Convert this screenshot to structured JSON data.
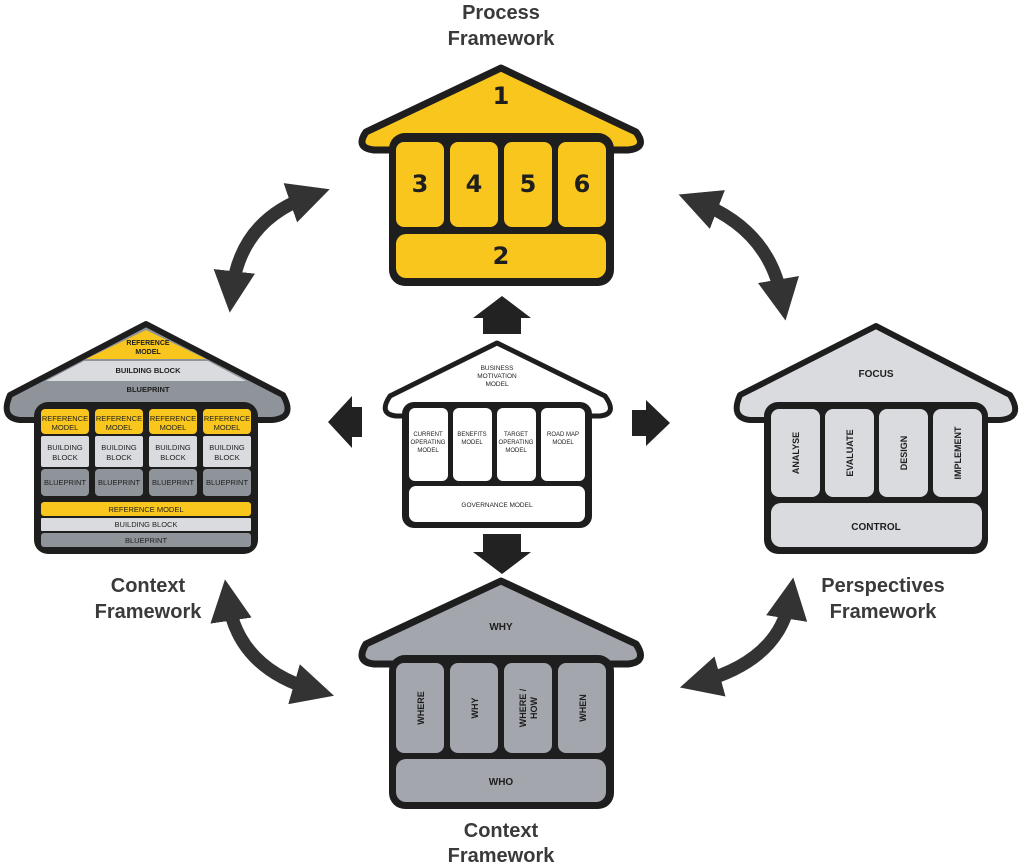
{
  "colors": {
    "outline": "#1e1e1e",
    "yellow": "#f8c61c",
    "light_gray": "#d9dbde",
    "mid_gray": "#a3a7ad",
    "dark_gray": "#8f949a",
    "white": "#ffffff",
    "arrow": "#333333"
  },
  "icons": {
    "cycle_arrows": "curved-double-arrow-icon",
    "center_arrows": "arrow-icon"
  },
  "process_framework": {
    "title_line1": "Process",
    "title_line2": "Framework",
    "roof": "1",
    "pillars": [
      "3",
      "4",
      "5",
      "6"
    ],
    "base": "2"
  },
  "perspectives_framework": {
    "title_line1": "Perspectives",
    "title_line2": "Framework",
    "roof": "FOCUS",
    "pillars": [
      "ANALYSE",
      "EVALUATE",
      "DESIGN",
      "IMPLEMENT"
    ],
    "base": "CONTROL"
  },
  "context_framework_bottom": {
    "title_line1": "Context",
    "title_line2": "Framework",
    "roof": "WHY",
    "pillars": [
      "WHERE",
      "WHY",
      "WHERE / HOW",
      "WHEN"
    ],
    "base": "WHO"
  },
  "context_framework_left": {
    "title_line1": "Context",
    "title_line2": "Framework",
    "roof_layers": [
      "REFERENCE MODEL",
      "BUILDING BLOCK",
      "BLUEPRINT"
    ],
    "pillar_layers": {
      "top": [
        "REFERENCE",
        "MODEL"
      ],
      "mid": [
        "BUILDING",
        "BLOCK"
      ],
      "bottom": "BLUEPRINT"
    },
    "base_layers": [
      "REFERENCE MODEL",
      "BUILDING BLOCK",
      "BLUEPRINT"
    ]
  },
  "center_model": {
    "roof": [
      "BUSINESS",
      "MOTIVATION",
      "MODEL"
    ],
    "pillars": [
      [
        "CURRENT",
        "OPERATING",
        "MODEL"
      ],
      [
        "BENEFITS",
        "MODEL"
      ],
      [
        "TARGET",
        "OPERATING",
        "MODEL"
      ],
      [
        "ROAD MAP",
        "MODEL"
      ]
    ],
    "base": "GOVERNANCE MODEL"
  }
}
